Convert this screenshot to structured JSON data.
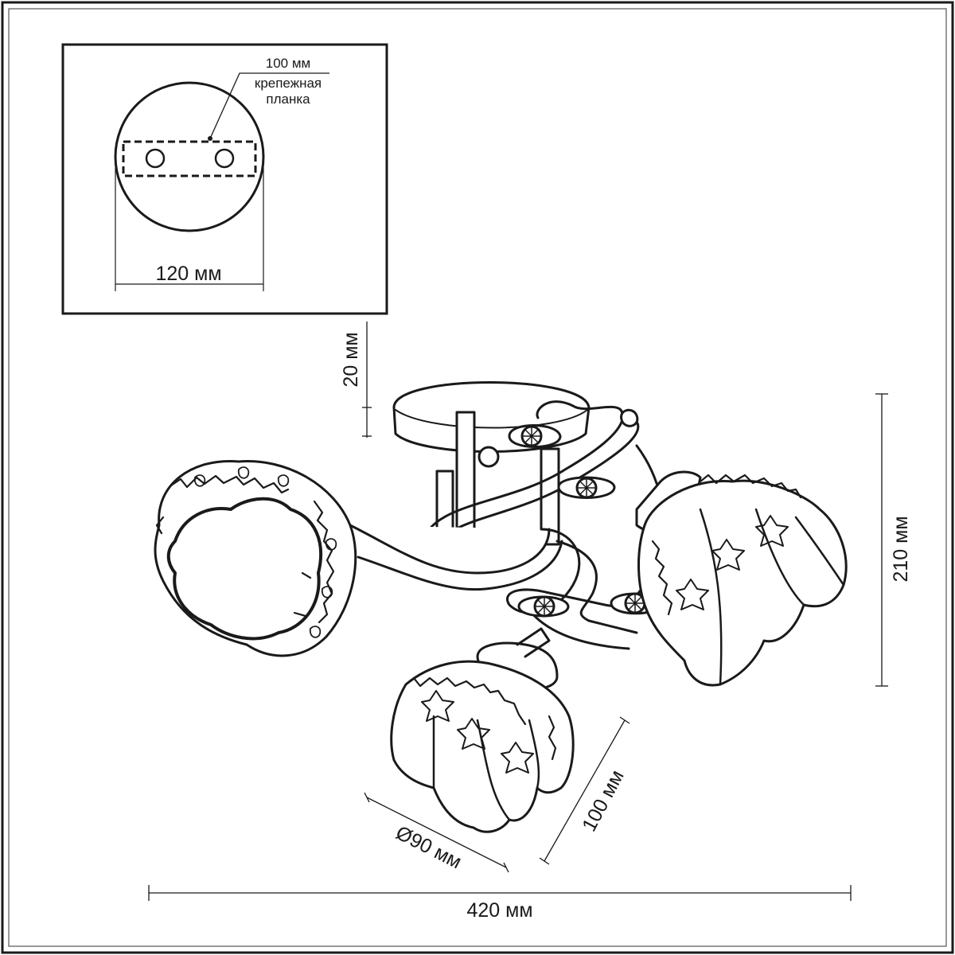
{
  "inset": {
    "plate_label_line1": "100 мм",
    "plate_label_line2": "крепежная",
    "plate_label_line3": "планка",
    "base_width": "120 мм"
  },
  "dimensions": {
    "canopy_height": "20 мм",
    "total_height": "210 мм",
    "shade_height": "100 мм",
    "shade_diameter": "Ø90 мм",
    "total_width": "420 мм"
  },
  "colors": {
    "line": "#1a1a1a",
    "frame_inner": "#555555",
    "background": "#ffffff"
  }
}
